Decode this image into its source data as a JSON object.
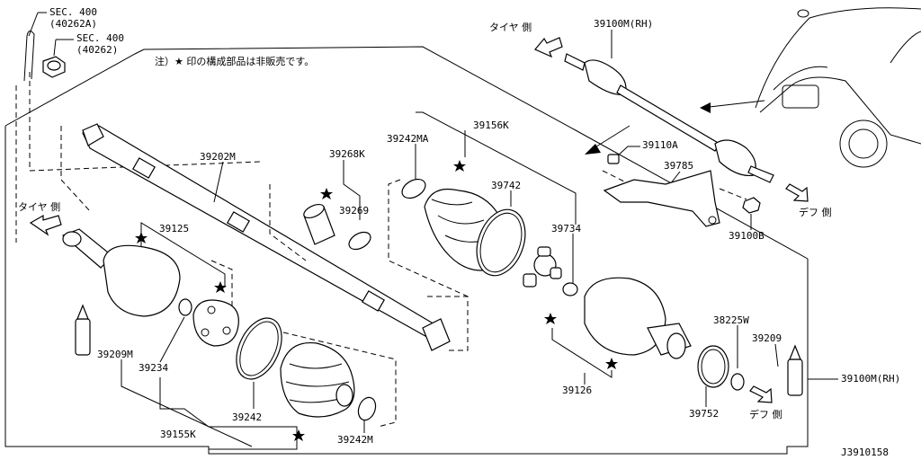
{
  "note": "注）★ 印の構成部品は非販売です。",
  "diagram_id": "J3910158",
  "sections": [
    {
      "id": "sec-40262a",
      "line1": "SEC. 400",
      "line2": "(40262A)"
    },
    {
      "id": "sec-40262",
      "line1": "SEC. 400",
      "line2": "(40262)"
    }
  ],
  "direction_labels": {
    "tire_left": "タイヤ 側",
    "tire_top": "タイヤ 側",
    "diff_right": "デフ 側",
    "diff_bottom": "デフ 側"
  },
  "parts": {
    "p39202m": "39202M",
    "p39268k": "39268K",
    "p39269": "39269",
    "p39242ma": "39242MA",
    "p39156k": "39156K",
    "p39742": "39742",
    "p39734": "39734",
    "p39125": "39125",
    "p39209_left": "39209M",
    "p39234": "39234",
    "p39242": "39242",
    "p39155k": "39155K",
    "p39242m": "39242M",
    "p39126": "39126",
    "p38225w": "38225W",
    "p39209_right": "39209",
    "p39100m_rh_bottom": "39100M(RH)",
    "p39752": "39752",
    "p39100m_rh_top": "39100M(RH)",
    "p39110a": "39110A",
    "p39785": "39785",
    "p39100b": "39100B"
  }
}
